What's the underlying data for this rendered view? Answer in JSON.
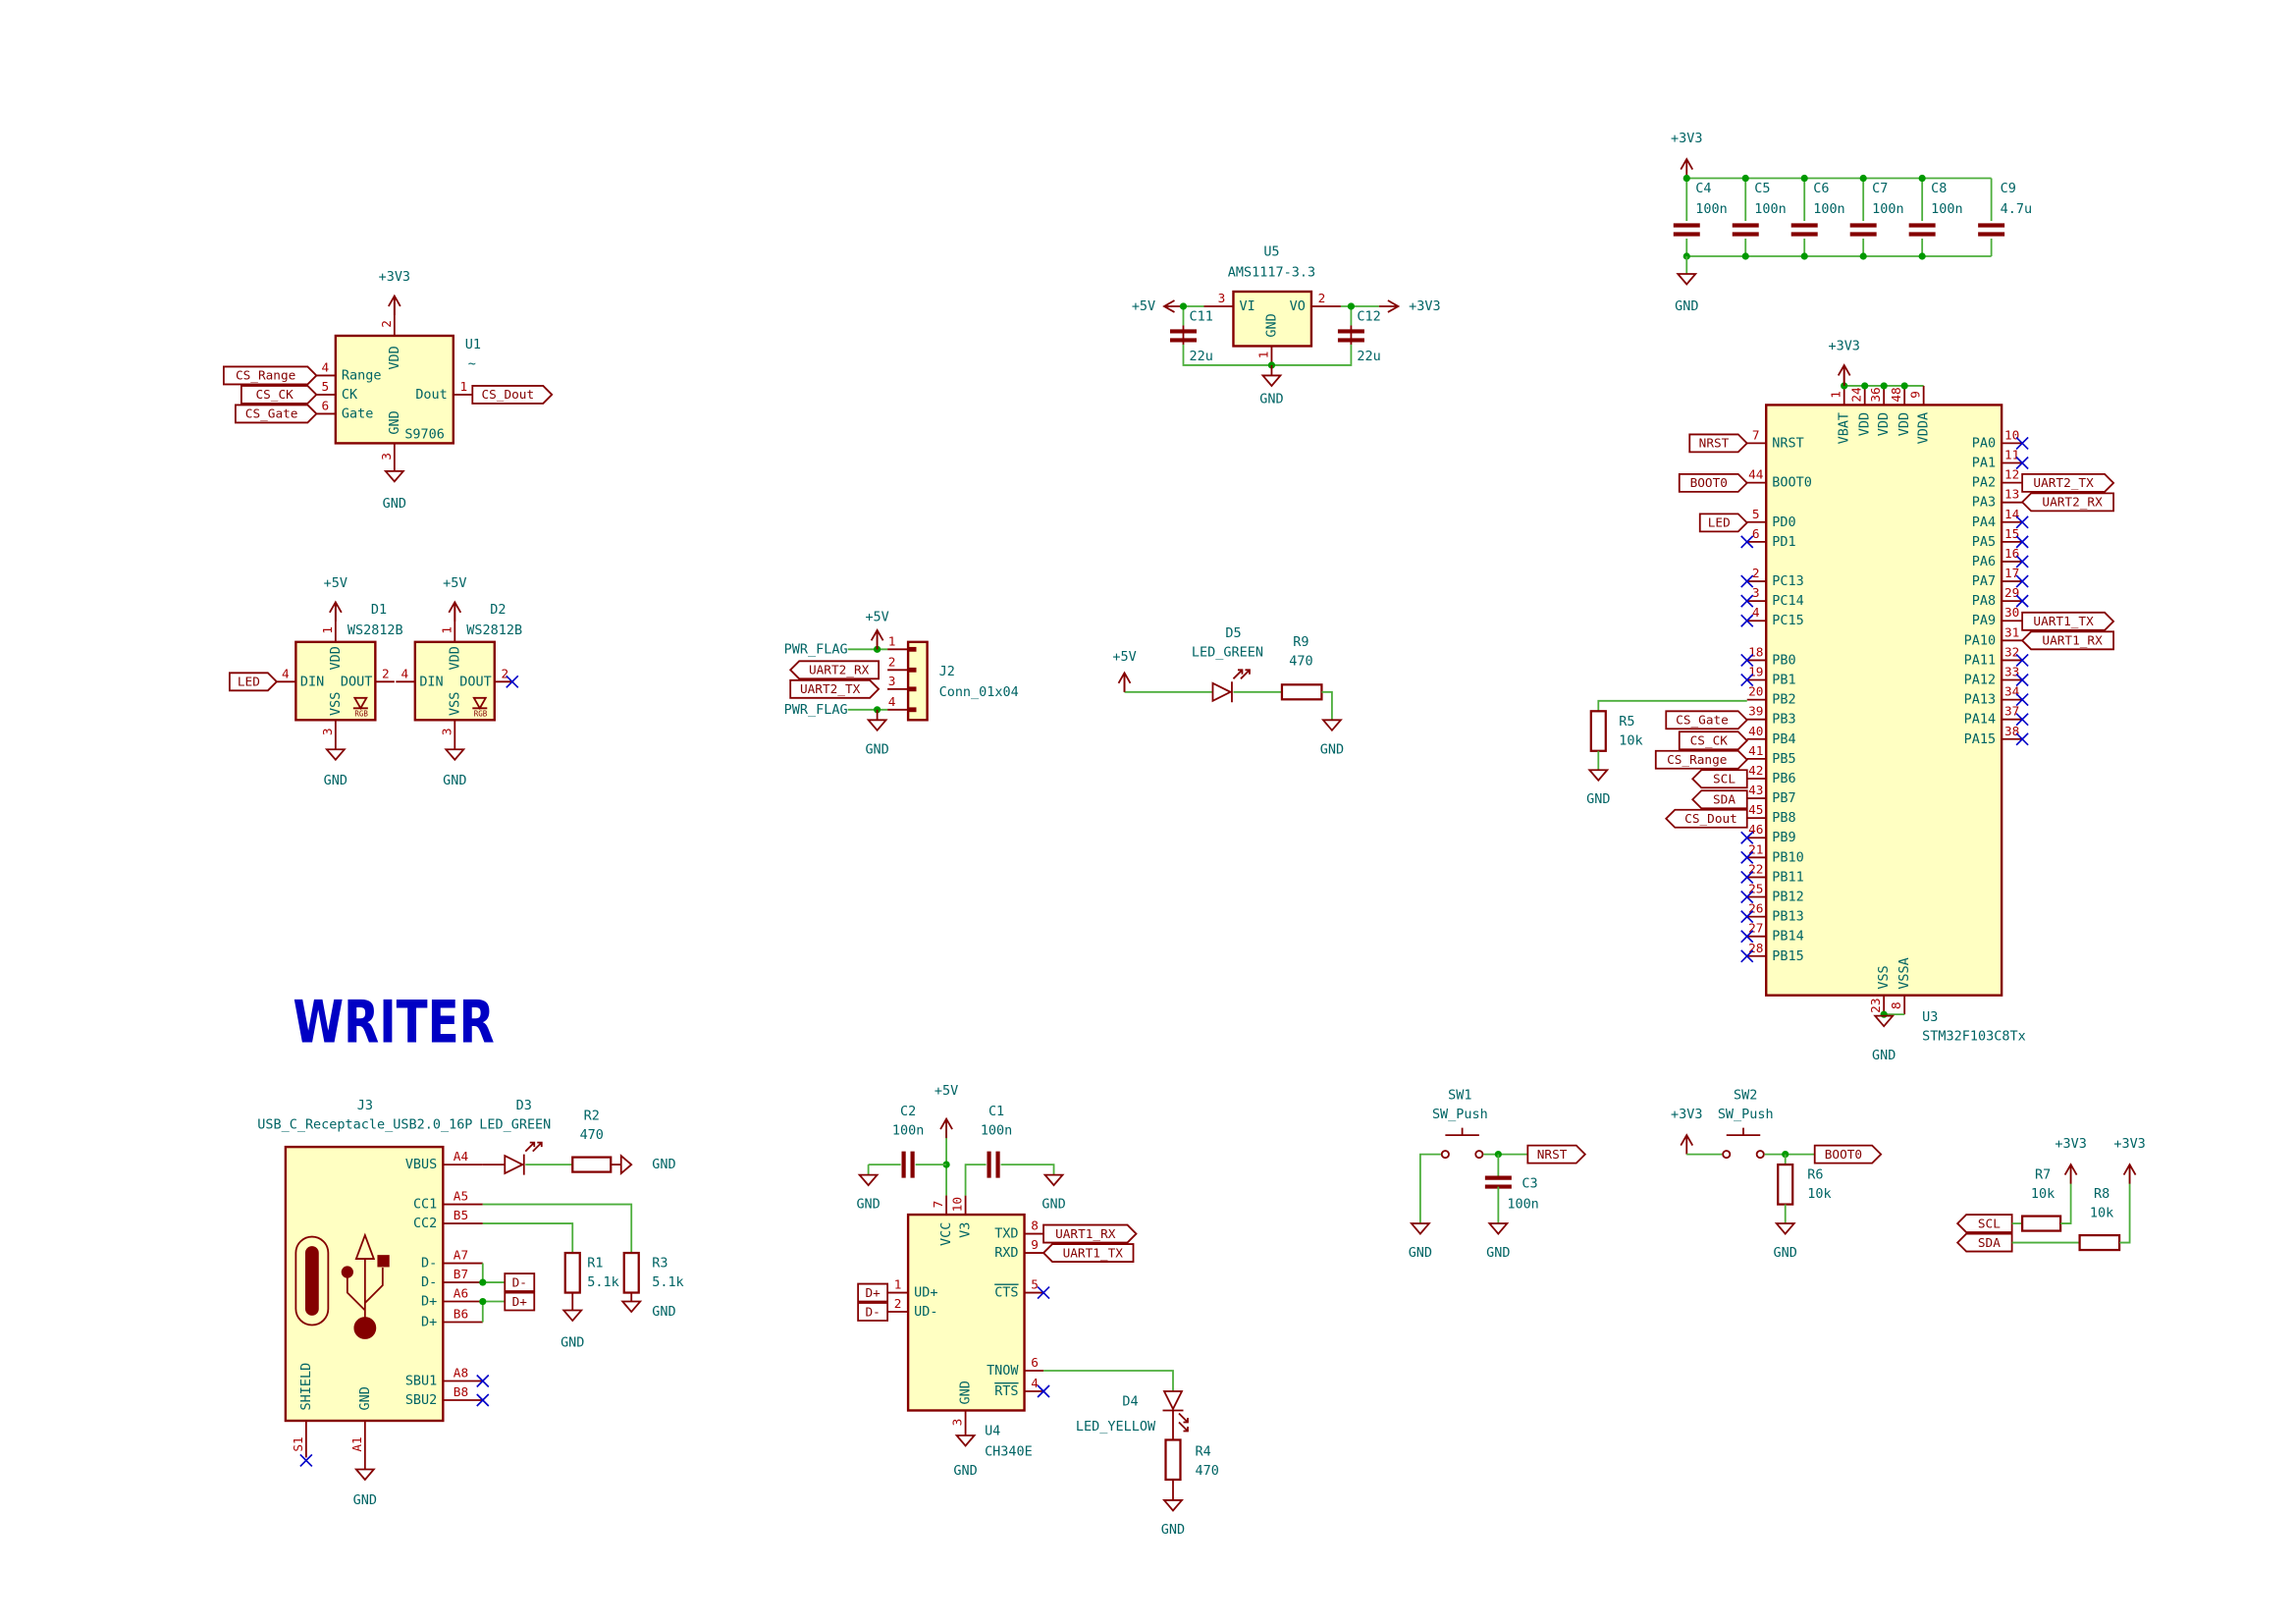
{
  "title": "WRITER",
  "nets": {
    "p3v3": "+3V3",
    "p5v": "+5V",
    "gnd": "GND",
    "pwr_flag": "PWR_FLAG",
    "cs_range": "CS_Range",
    "cs_ck": "CS_CK",
    "cs_gate": "CS_Gate",
    "cs_dout": "CS_Dout",
    "led": "LED",
    "uart2_rx": "UART2_RX",
    "uart2_tx": "UART2_TX",
    "uart1_rx": "UART1_RX",
    "uart1_tx": "UART1_TX",
    "nrst": "NRST",
    "boot0": "BOOT0",
    "scl": "SCL",
    "sda": "SDA",
    "dm": "D-",
    "dp": "D+"
  },
  "u1": {
    "ref": "U1",
    "value": "~",
    "part": "S9706",
    "pins": [
      {
        "name": "VDD",
        "num": "2"
      },
      {
        "name": "GND",
        "num": "3"
      },
      {
        "name": "Range",
        "num": "4"
      },
      {
        "name": "CK",
        "num": "5"
      },
      {
        "name": "Gate",
        "num": "6"
      },
      {
        "name": "Dout",
        "num": "1"
      }
    ]
  },
  "d1": {
    "ref": "D1",
    "value": "WS2812B",
    "vdd": "VDD",
    "vdd_num": "1",
    "vss": "VSS",
    "vss_num": "3",
    "din": "DIN",
    "din_num": "4",
    "dout": "DOUT",
    "dout_num": "2",
    "rgb": "RGB"
  },
  "d2": {
    "ref": "D2",
    "value": "WS2812B",
    "vdd": "VDD",
    "vdd_num": "1",
    "vss": "VSS",
    "vss_num": "3",
    "din": "DIN",
    "din_num": "4",
    "dout": "DOUT",
    "dout_num": "2",
    "rgb": "RGB"
  },
  "j2": {
    "ref": "J2",
    "value": "Conn_01x04",
    "pins": [
      "1",
      "2",
      "3",
      "4"
    ]
  },
  "u5": {
    "ref": "U5",
    "value": "AMS1117-3.3",
    "vi": "VI",
    "vo": "VO",
    "gnd": "GND",
    "vi_num": "3",
    "vo_num": "2",
    "gnd_num": "1"
  },
  "c11": {
    "ref": "C11",
    "value": "22u"
  },
  "c12": {
    "ref": "C12",
    "value": "22u"
  },
  "d5": {
    "ref": "D5",
    "value": "LED_GREEN"
  },
  "r9": {
    "ref": "R9",
    "value": "470"
  },
  "decoupling": [
    {
      "ref": "C4",
      "value": "100n"
    },
    {
      "ref": "C5",
      "value": "100n"
    },
    {
      "ref": "C6",
      "value": "100n"
    },
    {
      "ref": "C7",
      "value": "100n"
    },
    {
      "ref": "C8",
      "value": "100n"
    },
    {
      "ref": "C9",
      "value": "4.7u"
    }
  ],
  "u3": {
    "ref": "U3",
    "value": "STM32F103C8Tx",
    "top_pins": [
      {
        "name": "VBAT",
        "num": "1"
      },
      {
        "name": "VDD",
        "num": "24"
      },
      {
        "name": "VDD",
        "num": "36"
      },
      {
        "name": "VDD",
        "num": "48"
      },
      {
        "name": "VDDA",
        "num": "9"
      }
    ],
    "bottom_pins": [
      {
        "name": "VSS",
        "num": "23"
      },
      {
        "name": "VSSA",
        "num": "8"
      }
    ],
    "left_pins": [
      {
        "name": "NRST",
        "num": "7"
      },
      {
        "name": "BOOT0",
        "num": "44"
      },
      {
        "name": "PD0",
        "num": "5"
      },
      {
        "name": "PD1",
        "num": "6"
      },
      {
        "name": "PC13",
        "num": "2"
      },
      {
        "name": "PC14",
        "num": "3"
      },
      {
        "name": "PC15",
        "num": "4"
      },
      {
        "name": "PB0",
        "num": "18"
      },
      {
        "name": "PB1",
        "num": "19"
      },
      {
        "name": "PB2",
        "num": "20"
      },
      {
        "name": "PB3",
        "num": "39"
      },
      {
        "name": "PB4",
        "num": "40"
      },
      {
        "name": "PB5",
        "num": "41"
      },
      {
        "name": "PB6",
        "num": "42"
      },
      {
        "name": "PB7",
        "num": "43"
      },
      {
        "name": "PB8",
        "num": "45"
      },
      {
        "name": "PB9",
        "num": "46"
      },
      {
        "name": "PB10",
        "num": "21"
      },
      {
        "name": "PB11",
        "num": "22"
      },
      {
        "name": "PB12",
        "num": "25"
      },
      {
        "name": "PB13",
        "num": "26"
      },
      {
        "name": "PB14",
        "num": "27"
      },
      {
        "name": "PB15",
        "num": "28"
      }
    ],
    "right_pins": [
      {
        "name": "PA0",
        "num": "10"
      },
      {
        "name": "PA1",
        "num": "11"
      },
      {
        "name": "PA2",
        "num": "12"
      },
      {
        "name": "PA3",
        "num": "13"
      },
      {
        "name": "PA4",
        "num": "14"
      },
      {
        "name": "PA5",
        "num": "15"
      },
      {
        "name": "PA6",
        "num": "16"
      },
      {
        "name": "PA7",
        "num": "17"
      },
      {
        "name": "PA8",
        "num": "29"
      },
      {
        "name": "PA9",
        "num": "30"
      },
      {
        "name": "PA10",
        "num": "31"
      },
      {
        "name": "PA11",
        "num": "32"
      },
      {
        "name": "PA12",
        "num": "33"
      },
      {
        "name": "PA13",
        "num": "34"
      },
      {
        "name": "PA14",
        "num": "37"
      },
      {
        "name": "PA15",
        "num": "38"
      }
    ]
  },
  "r5": {
    "ref": "R5",
    "value": "10k"
  },
  "j3": {
    "ref": "J3",
    "value": "USB_C_Receptacle_USB2.0_16P",
    "right_pins": [
      {
        "name": "VBUS",
        "num": "A4"
      },
      {
        "name": "CC1",
        "num": "A5"
      },
      {
        "name": "CC2",
        "num": "B5"
      },
      {
        "name": "D-",
        "num": "A7"
      },
      {
        "name": "D-",
        "num": "B7"
      },
      {
        "name": "D+",
        "num": "A6"
      },
      {
        "name": "D+",
        "num": "B6"
      },
      {
        "name": "SBU1",
        "num": "A8"
      },
      {
        "name": "SBU2",
        "num": "B8"
      }
    ],
    "shield": "SHIELD",
    "shield_num": "S1",
    "gnd": "GND",
    "gnd_num": "A1"
  },
  "d3": {
    "ref": "D3",
    "value": "LED_GREEN"
  },
  "r2": {
    "ref": "R2",
    "value": "470"
  },
  "r1": {
    "ref": "R1",
    "value": "5.1k"
  },
  "r3": {
    "ref": "R3",
    "value": "5.1k"
  },
  "u4": {
    "ref": "U4",
    "value": "CH340E",
    "vcc": "VCC",
    "vcc_num": "7",
    "v3": "V3",
    "v3_num": "10",
    "gnd": "GND",
    "gnd_num": "3",
    "udp": "UD+",
    "udp_num": "1",
    "udm": "UD-",
    "udm_num": "2",
    "txd": "TXD",
    "txd_num": "8",
    "rxd": "RXD",
    "rxd_num": "9",
    "cts": "CTS",
    "cts_num": "5",
    "tnow": "TNOW",
    "tnow_num": "6",
    "rts": "RTS",
    "rts_num": "4"
  },
  "c1": {
    "ref": "C1",
    "value": "100n"
  },
  "c2": {
    "ref": "C2",
    "value": "100n"
  },
  "d4": {
    "ref": "D4",
    "value": "LED_YELLOW"
  },
  "r4": {
    "ref": "R4",
    "value": "470"
  },
  "sw1": {
    "ref": "SW1",
    "value": "SW_Push"
  },
  "c3": {
    "ref": "C3",
    "value": "100n"
  },
  "sw2": {
    "ref": "SW2",
    "value": "SW_Push"
  },
  "r6": {
    "ref": "R6",
    "value": "10k"
  },
  "r7": {
    "ref": "R7",
    "value": "10k"
  },
  "r8": {
    "ref": "R8",
    "value": "10k"
  }
}
